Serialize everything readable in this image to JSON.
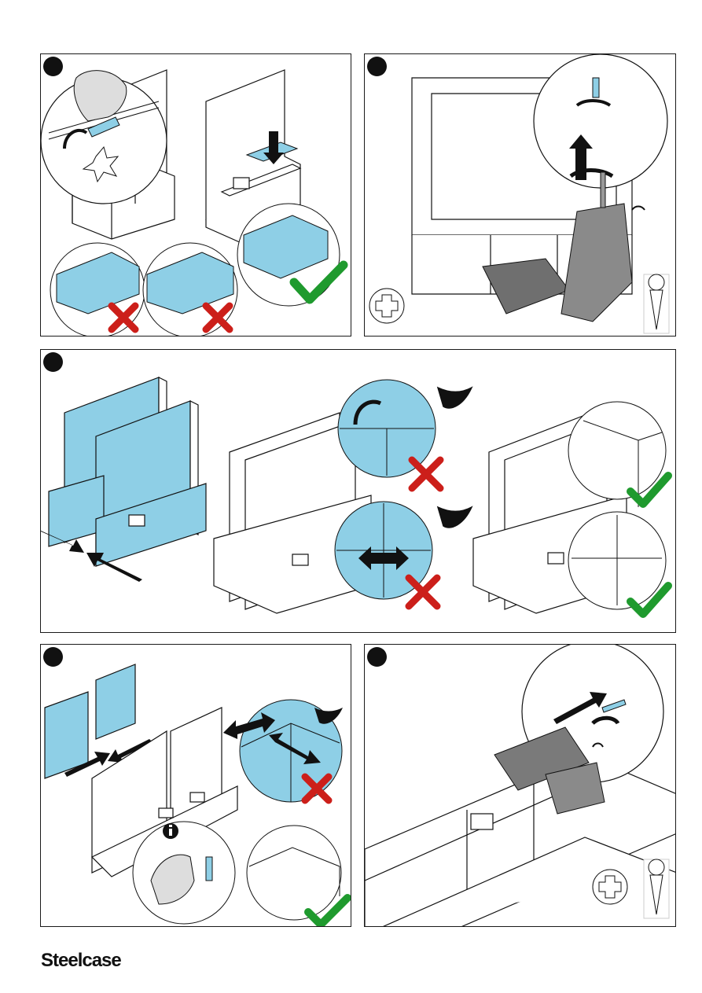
{
  "brand": {
    "name": "Steelcase"
  },
  "colors": {
    "panel_blue": "#8ecfe6",
    "accent_green": "#1f9a2e",
    "accent_red": "#cc1f1a",
    "ink": "#111111",
    "drill_grey": "#6f6f6f"
  },
  "steps": [
    {
      "id": "step-a",
      "icons": [
        "hand-icon",
        "rotate-arrow-icon",
        "burst-icon",
        "press-down-arrow-icon",
        "cross-icon",
        "check-icon"
      ]
    },
    {
      "id": "step-b",
      "icons": [
        "screw-icon",
        "drill-icon",
        "phillips-bit-icon",
        "rotation-icon",
        "wood-screw-icon"
      ]
    },
    {
      "id": "step-c",
      "icons": [
        "push-arrow-icon",
        "rotate-arrow-icon",
        "eye-icon",
        "double-arrow-icon",
        "cross-icon",
        "check-icon"
      ]
    },
    {
      "id": "step-d",
      "icons": [
        "push-arrow-icon",
        "info-icon",
        "hand-icon",
        "eye-icon",
        "double-arrow-icon",
        "cross-icon",
        "check-icon"
      ]
    },
    {
      "id": "step-e",
      "icons": [
        "screw-icon",
        "drill-icon",
        "rotation-icon",
        "phillips-bit-icon",
        "wood-screw-icon"
      ]
    }
  ]
}
